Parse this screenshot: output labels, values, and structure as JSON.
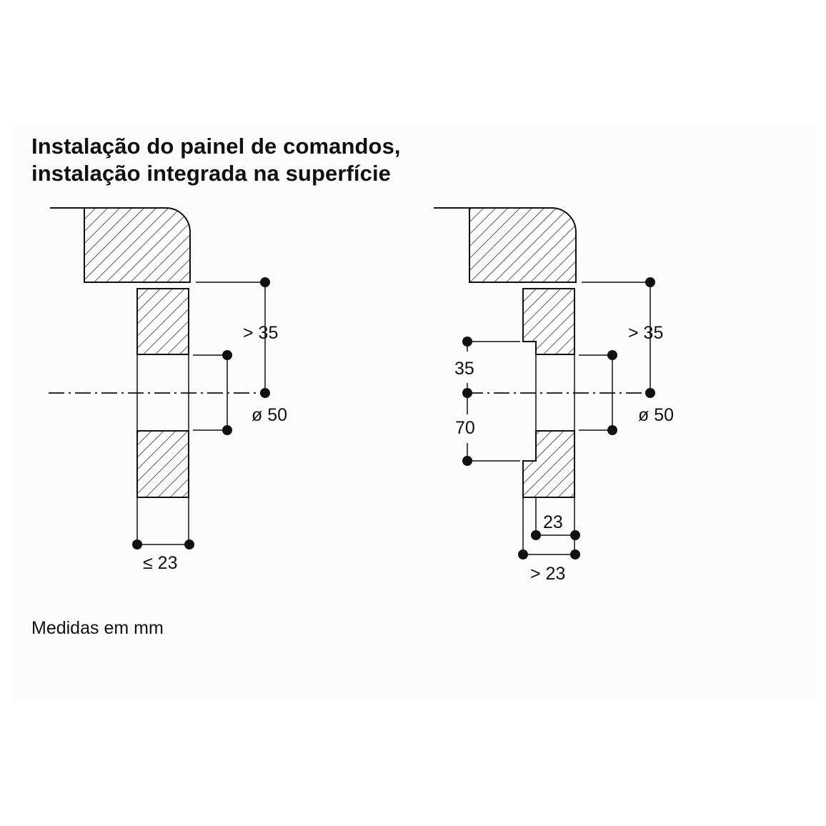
{
  "title": {
    "line1": "Instalação do painel de comandos,",
    "line2": "instalação integrada na superfície"
  },
  "caption": "Medidas em mm",
  "left_diagram": {
    "dim_height": "> 35",
    "dim_diameter": "ø 50",
    "dim_thickness": "≤ 23"
  },
  "right_diagram": {
    "dim_height": "> 35",
    "dim_diameter": "ø 50",
    "dim_upper": "35",
    "dim_lower": "70",
    "dim_inner": "23",
    "dim_thickness": "> 23"
  },
  "colors": {
    "line": "#111111",
    "panel_background": "#fcfcfc"
  }
}
